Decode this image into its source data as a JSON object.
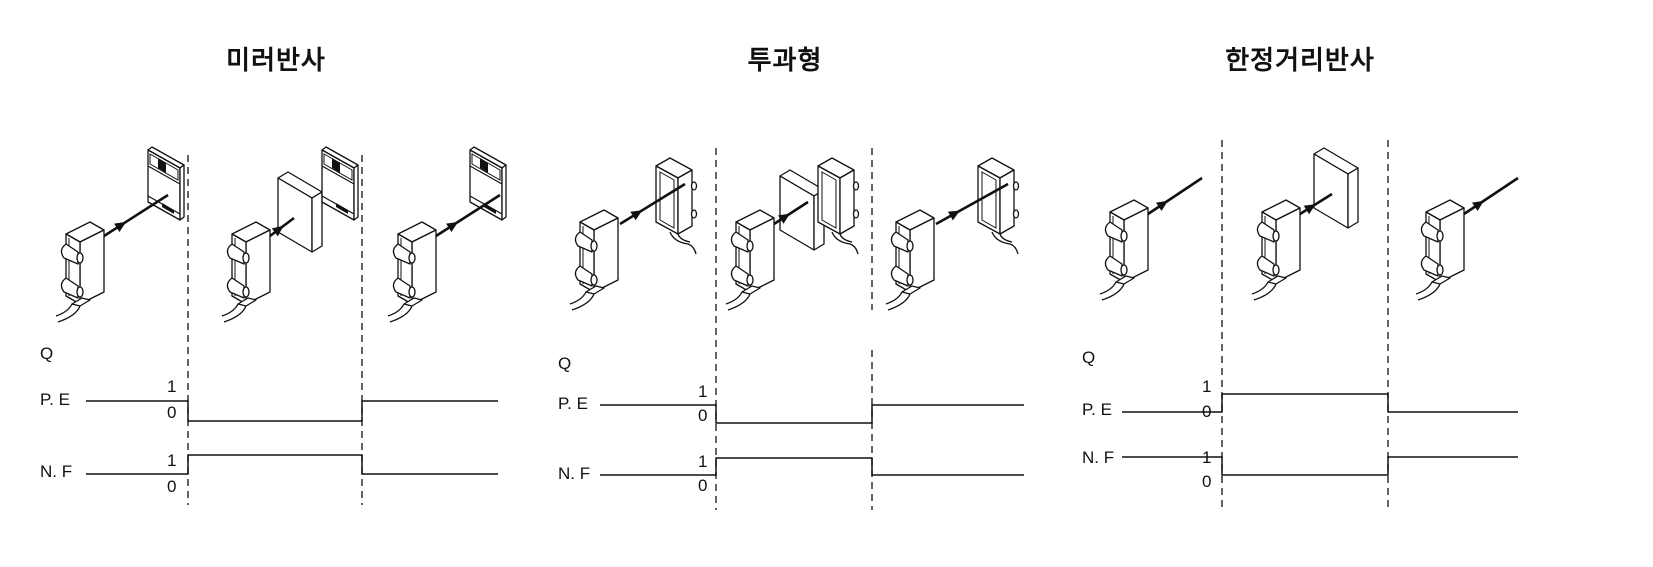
{
  "panels": [
    {
      "title": "미러반사",
      "q_label": "Q",
      "signals": [
        {
          "name": "P. E",
          "hi_label": "1",
          "lo_label": "0",
          "states": [
            1,
            0,
            1
          ]
        },
        {
          "name": "N. F",
          "hi_label": "1",
          "lo_label": "0",
          "states": [
            0,
            1,
            0
          ]
        }
      ],
      "scenes": [
        {
          "emitter": "reflective-sensor",
          "beam": "to-reflector",
          "obstacle": false,
          "target": "reflector"
        },
        {
          "emitter": "reflective-sensor",
          "beam": "blocked",
          "obstacle": true,
          "target": "reflector"
        },
        {
          "emitter": "reflective-sensor",
          "beam": "to-reflector",
          "obstacle": false,
          "target": "reflector"
        }
      ]
    },
    {
      "title": "투과형",
      "q_label": "Q",
      "signals": [
        {
          "name": "P. E",
          "hi_label": "1",
          "lo_label": "0",
          "states": [
            1,
            0,
            1
          ]
        },
        {
          "name": "N. F",
          "hi_label": "1",
          "lo_label": "0",
          "states": [
            0,
            1,
            0
          ]
        }
      ],
      "scenes": [
        {
          "emitter": "emitter-sensor",
          "beam": "to-receiver",
          "obstacle": false,
          "target": "receiver"
        },
        {
          "emitter": "emitter-sensor",
          "beam": "blocked",
          "obstacle": true,
          "target": "receiver"
        },
        {
          "emitter": "emitter-sensor",
          "beam": "to-receiver",
          "obstacle": false,
          "target": "receiver"
        }
      ]
    },
    {
      "title": "한정거리반사",
      "q_label": "Q",
      "signals": [
        {
          "name": "P. E",
          "hi_label": "1",
          "lo_label": "0",
          "states": [
            0,
            1,
            0
          ]
        },
        {
          "name": "N. F",
          "hi_label": "1",
          "lo_label": "0",
          "states": [
            1,
            0,
            1
          ]
        }
      ],
      "scenes": [
        {
          "emitter": "limited-reflective-sensor",
          "beam": "open",
          "obstacle": false,
          "target": "none"
        },
        {
          "emitter": "limited-reflective-sensor",
          "beam": "to-object",
          "obstacle": true,
          "target": "none"
        },
        {
          "emitter": "limited-reflective-sensor",
          "beam": "open",
          "obstacle": false,
          "target": "none"
        }
      ]
    }
  ]
}
